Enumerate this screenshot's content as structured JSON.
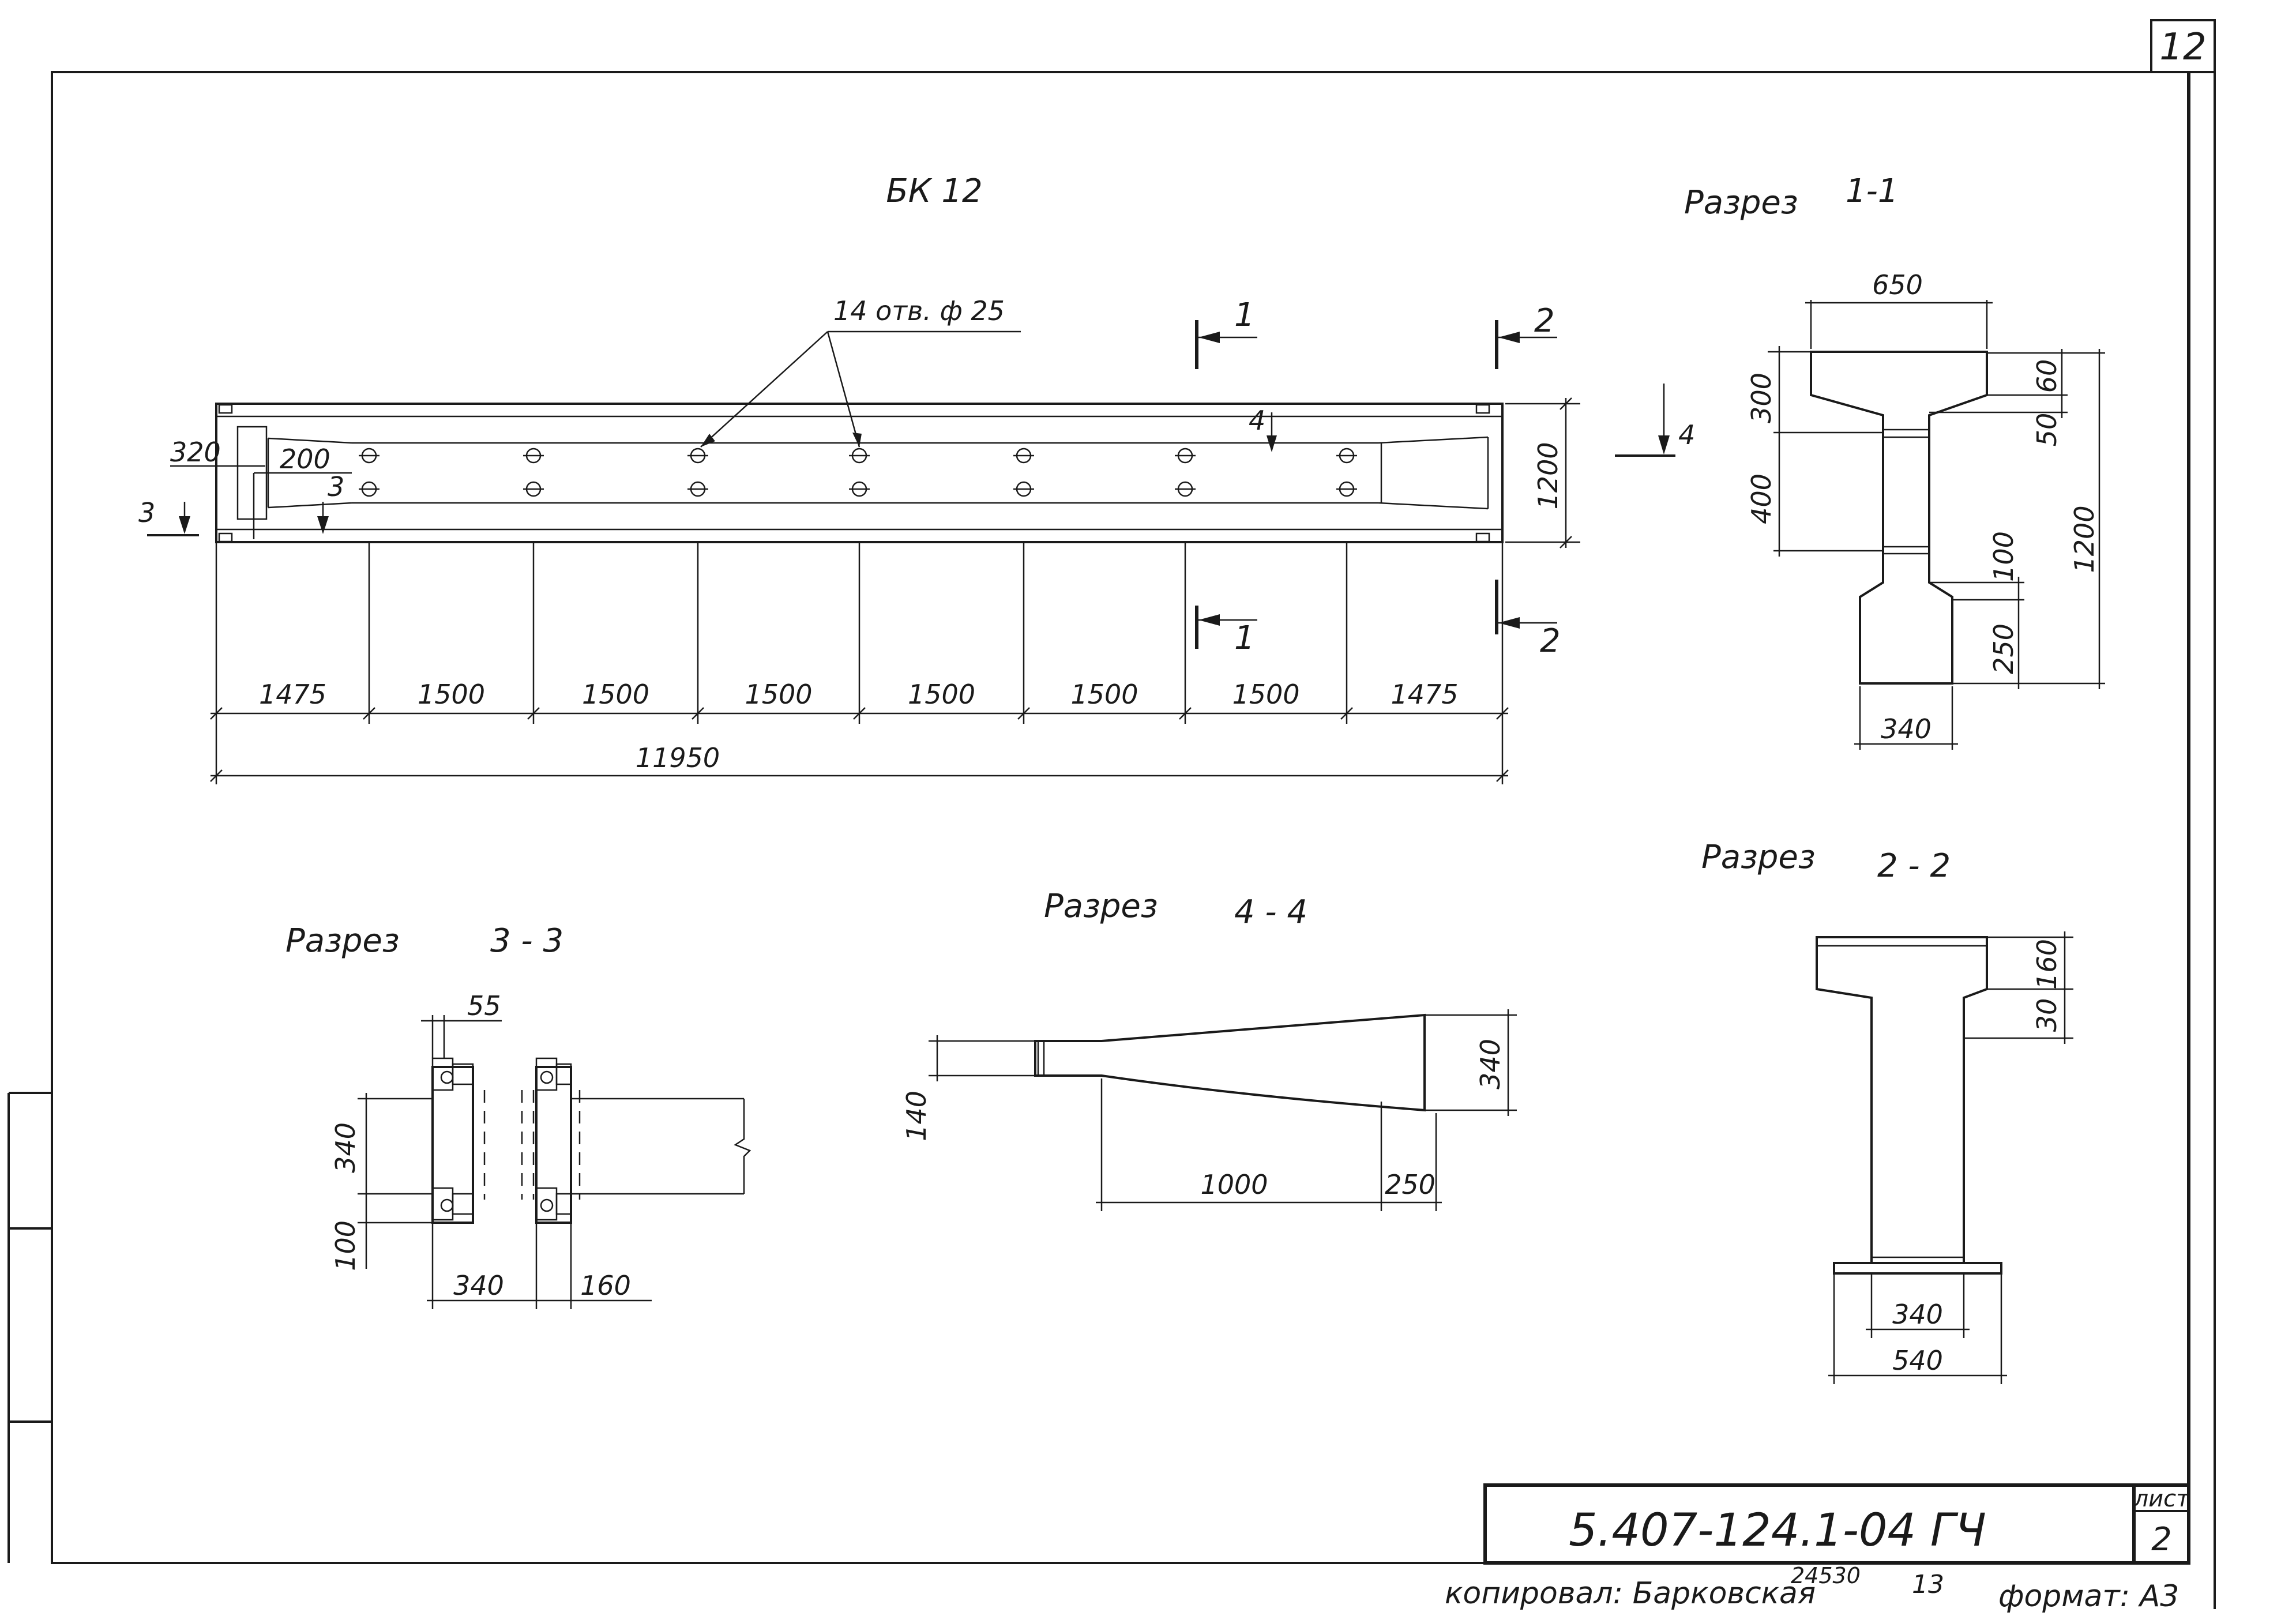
{
  "sheet_corner": "12",
  "main_view": {
    "title": "БК 12",
    "holes_note": "14 отв. ф 25",
    "section_marks": {
      "s1": "1",
      "s2": "2",
      "s3": "3",
      "s4": "4"
    },
    "dims": {
      "d320": "320",
      "d200": "200",
      "d1200": "1200",
      "spans": [
        "1475",
        "1500",
        "1500",
        "1500",
        "1500",
        "1500",
        "1500",
        "1475"
      ],
      "total": "11950"
    }
  },
  "section_1_1": {
    "label": "Разрез",
    "num": "1-1",
    "dims": {
      "d650": "650",
      "d300": "300",
      "d60": "60",
      "d50": "50",
      "d400": "400",
      "d1200": "1200",
      "d100": "100",
      "d250": "250",
      "d340": "340"
    }
  },
  "section_2_2": {
    "label": "Разрез",
    "num": "2 - 2",
    "dims": {
      "d160": "160",
      "d30": "30",
      "d340": "340",
      "d540": "540"
    }
  },
  "section_3_3": {
    "label": "Разрез",
    "num": "3 - 3",
    "dims": {
      "d55": "55",
      "d340v": "340",
      "d100": "100",
      "d340h": "340",
      "d160": "160"
    }
  },
  "section_4_4": {
    "label": "Разрез",
    "num": "4 - 4",
    "dims": {
      "d140": "140",
      "d340": "340",
      "d1000": "1000",
      "d250": "250"
    }
  },
  "title_block": {
    "code": "5.407-124.1-04 ГЧ",
    "sheet_label": "лист",
    "sheet_no": "2"
  },
  "footer": {
    "copied": "копировал: Барковская",
    "order": "24530",
    "num": "13",
    "format": "формат: А3"
  }
}
